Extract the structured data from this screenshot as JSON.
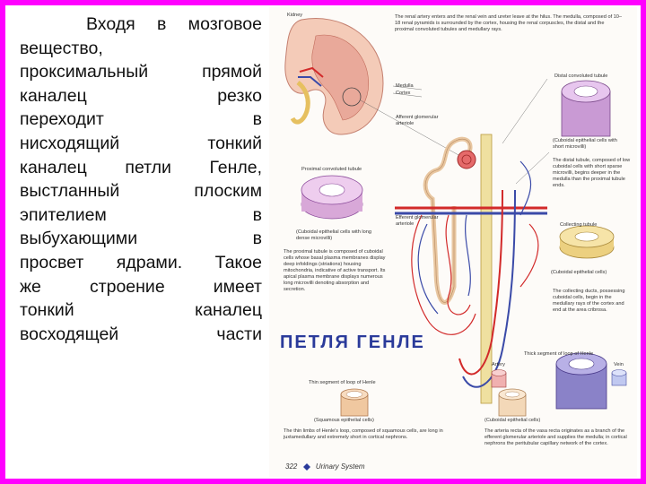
{
  "left_text_lines": [
    "Входя в мозговое",
    "вещество,",
    "проксимальный прямой",
    "каналец резко",
    "переходит в",
    "нисходящий тонкий",
    "каналец петли Генле,",
    "выстланный плоским",
    "эпителием в",
    "выбухающими в",
    "просвет ядрами. Такое",
    "же строение имеет",
    "тонкий каналец",
    "восходящей части"
  ],
  "figure_title": "ПЕТЛЯ ГЕНЛЕ",
  "labels": {
    "kidney": "Kidney",
    "medulla": "Medulla",
    "cortex": "Cortex",
    "afferent": "Afferent glomerular arteriole",
    "efferent": "Efferent glomerular arteriole",
    "prox_tubule": "Proximal convoluted tubule",
    "prox_cells": "(Cuboidal epithelial cells with long dense microvilli)",
    "distal_tubule": "Distal convoluted tubule",
    "distal_cells": "(Cuboidal epithelial cells with short microvilli)",
    "collecting": "Collecting tubule",
    "collecting_cells": "(Cuboidal epithelial cells)",
    "thick": "Thick segment of loop of Henle",
    "thin": "Thin segment of loop of Henle",
    "squamous": "(Squamous epithelial cells)",
    "cuboidal": "(Cuboidal epithelial cells)",
    "artery": "Artery",
    "vein": "Vein"
  },
  "captions": {
    "top": "The renal artery enters and the renal vein and ureter leave at the hilus. The medulla, composed of 10–18 renal pyramids is surrounded by the cortex, housing the renal corpuscles, the distal and the proximal convoluted tubules and medullary rays.",
    "distal": "The distal tubule, composed of low cuboidal cells with short sparse microvilli, begins deeper in the medulla than the proximal tubule ends.",
    "proximal": "The proximal tubule is composed of cuboidal cells whose basal plasma membranes display deep infoldings (striations) housing mitochondria, indicative of active transport. Its apical plasma membrane displays numerous long microvilli denoting absorption and secretion.",
    "collecting": "The collecting ducts, possessing cuboidal cells, begin in the medullary rays of the cortex and end at the area cribrosa.",
    "thin": "The thin limbs of Henle's loop, composed of squamous cells, are long in juxtamedullary and extremely short in cortical nephrons.",
    "vasa": "The arteria recta of the vasa recta originates as a branch of the efferent glomerular arteriole and supplies the medulla; in cortical nephrons the peritubular capillary network of the cortex."
  },
  "footer": {
    "page_number": "322",
    "chapter": "Urinary System"
  },
  "colors": {
    "frame": "#ff00ff",
    "title": "#2a3a9a",
    "artery": "#d22a2a",
    "vein": "#3a4aa8",
    "tubule": "#e8c6a0"
  }
}
